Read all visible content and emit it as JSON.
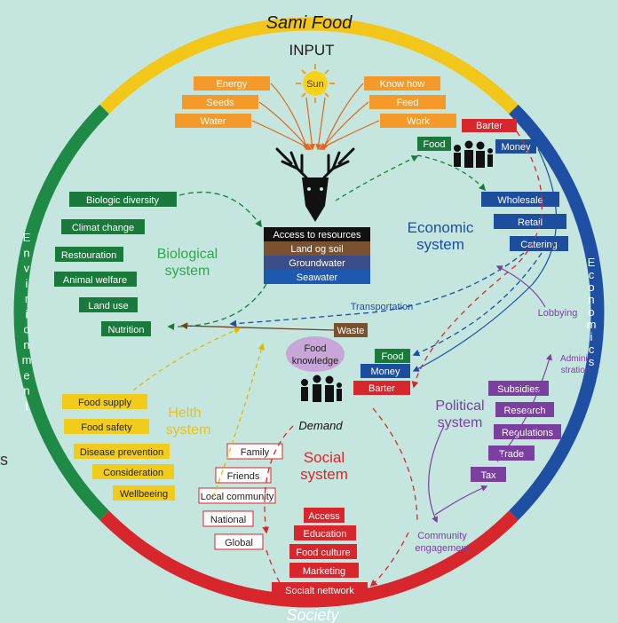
{
  "ring": {
    "top_label": "Sami Food",
    "left_label": "Envirionment",
    "right_label": "Economics",
    "bottom_label": "Society",
    "colors": {
      "top": "#f3c61a",
      "right": "#1e4fa3",
      "bottom": "#d8262d",
      "left": "#1f8a45"
    }
  },
  "input": {
    "title": "INPUT",
    "sun": "Sun",
    "left_items": [
      "Energy",
      "Seeds",
      "Water"
    ],
    "right_items": [
      "Know how",
      "Feed",
      "Work"
    ],
    "color": "#f39a2a"
  },
  "center": {
    "access_title": "Access to resources",
    "resources": [
      "Land og soil",
      "Groundwater",
      "Seawater"
    ]
  },
  "economic": {
    "title_line1": "Economic",
    "title_line2": "system",
    "food": "Food",
    "barter": "Barter",
    "money": "Money",
    "chain": [
      "Wholesale",
      "Retail",
      "Catering"
    ],
    "transportation": "Transportation",
    "lobbying": "Lobbying"
  },
  "biological": {
    "title_line1": "Biological",
    "title_line2": "system",
    "items": [
      "Biologic diversity",
      "Climat change",
      "Restouration",
      "Animal welfare",
      "Land use",
      "Nutrition"
    ]
  },
  "waste": "Waste",
  "knowledge": {
    "line1": "Food",
    "line2": "knowledge"
  },
  "demand": {
    "food": "Food",
    "money": "Money",
    "barter": "Barter",
    "label": "Demand"
  },
  "health": {
    "title_line1": "Helth",
    "title_line2": "system",
    "items": [
      "Food supply",
      "Food safety",
      "Disease prevention",
      "Consideration",
      "Wellbeeing"
    ]
  },
  "political": {
    "title_line1": "Political",
    "title_line2": "system",
    "items": [
      "Subsidies",
      "Research",
      "Regulations",
      "Trade",
      "Tax"
    ],
    "administration_line1": "Admini-",
    "administration_line2": "stration",
    "community_line1": "Community",
    "community_line2": "engagement"
  },
  "social": {
    "title_line1": "Social",
    "title_line2": "system",
    "levels": [
      "Family",
      "Friends",
      "Local community",
      "National",
      "Global"
    ],
    "items": [
      "Access",
      "Education",
      "Food culture",
      "Marketing",
      "Socialt nettwork"
    ]
  },
  "edge_fragment": "s",
  "colors": {
    "green": "#1a7a3c",
    "blue": "#1d4e9e",
    "red": "#d8262d",
    "purple": "#7b3fa0",
    "yellow": "#f2cc1a",
    "brown": "#7a5230",
    "orange": "#f39a2a"
  }
}
